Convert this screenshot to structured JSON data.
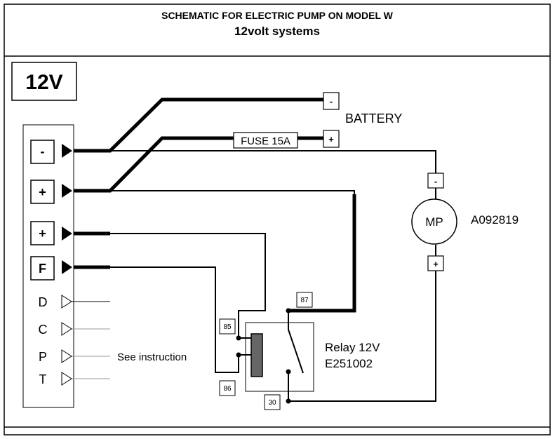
{
  "header": {
    "title": "SCHEMATIC FOR ELECTRIC PUMP ON MODEL W",
    "subtitle": "12volt systems"
  },
  "voltage_badge": "12V",
  "connector": {
    "terminals": [
      {
        "label": "-"
      },
      {
        "label": "+"
      },
      {
        "label": "+"
      },
      {
        "label": "F"
      }
    ],
    "outputs": [
      {
        "label": "D"
      },
      {
        "label": "C"
      },
      {
        "label": "P"
      },
      {
        "label": "T"
      }
    ]
  },
  "battery": {
    "label": "BATTERY",
    "neg": "-",
    "pos": "+"
  },
  "fuse": "FUSE 15A",
  "motor": {
    "label": "MP",
    "part_no": "A092819",
    "neg": "-",
    "pos": "+"
  },
  "relay": {
    "name": "Relay 12V",
    "part_no": "E251002",
    "pins": {
      "p85": "85",
      "p86": "86",
      "p87": "87",
      "p30": "30"
    }
  },
  "note": "See instruction"
}
